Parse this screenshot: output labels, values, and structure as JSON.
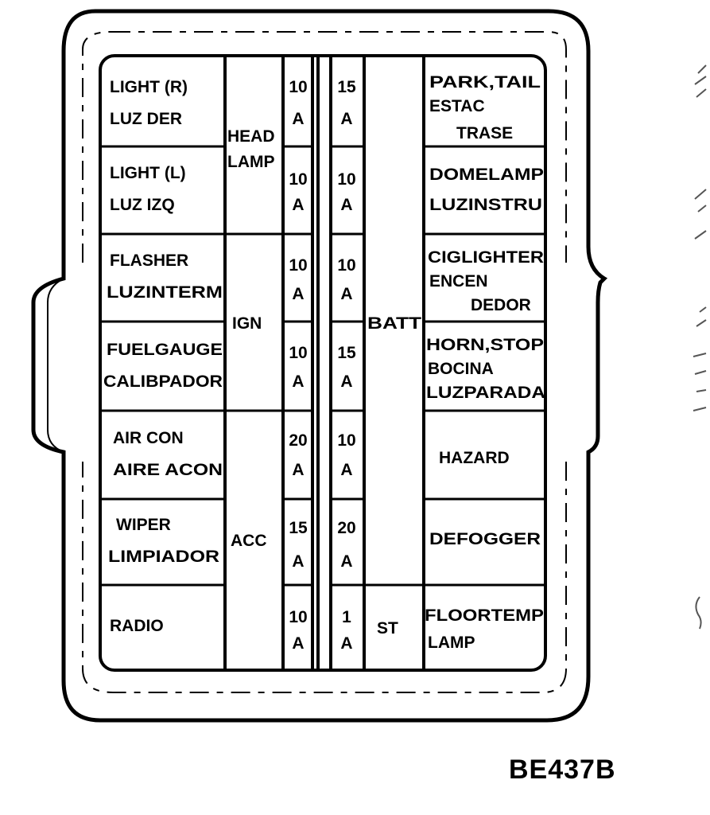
{
  "figure_id": "BE437B",
  "left_column": [
    {
      "line1": "LIGHT  (R)",
      "line2": "LUZ  DER"
    },
    {
      "line1": "LIGHT  (L)",
      "line2": "LUZ   IZQ"
    },
    {
      "line1": "FLASHER",
      "line2": "LUZINTERM"
    },
    {
      "line1": "FUELGAUGE",
      "line2": "CALIBPADOR"
    },
    {
      "line1": "AIR  CON",
      "line2": "AIRE  ACON"
    },
    {
      "line1": "WIPER",
      "line2": "LIMPIADOR"
    },
    {
      "line1": "RADIO",
      "line2": ""
    }
  ],
  "left_groups": [
    {
      "line1": "HEAD",
      "line2": "LAMP"
    },
    {
      "line1": "IGN",
      "line2": ""
    },
    {
      "line1": "ACC",
      "line2": ""
    }
  ],
  "fuses_left": [
    {
      "rating": "10",
      "unit": "A"
    },
    {
      "rating": "10",
      "unit": "A"
    },
    {
      "rating": "10",
      "unit": "A"
    },
    {
      "rating": "10",
      "unit": "A"
    },
    {
      "rating": "20",
      "unit": "A"
    },
    {
      "rating": "15",
      "unit": "A"
    },
    {
      "rating": "10",
      "unit": "A"
    }
  ],
  "fuses_right": [
    {
      "rating": "15",
      "unit": "A"
    },
    {
      "rating": "10",
      "unit": "A"
    },
    {
      "rating": "10",
      "unit": "A"
    },
    {
      "rating": "15",
      "unit": "A"
    },
    {
      "rating": "10",
      "unit": "A"
    },
    {
      "rating": "20",
      "unit": "A"
    },
    {
      "rating": "1",
      "unit": "A"
    }
  ],
  "right_groups": [
    {
      "label": "BATT"
    },
    {
      "label": "ST"
    }
  ],
  "right_column": [
    {
      "line1": "PARK,TAIL",
      "line2": "ESTAC",
      "line3": "TRASE"
    },
    {
      "line1": "DOMELAMP",
      "line2": "LUZINSTRU",
      "line3": ""
    },
    {
      "line1": "CIGLIGHTER",
      "line2": "ENCEN",
      "line3": "DEDOR"
    },
    {
      "line1": "HORN,STOP",
      "line2": "BOCINA",
      "line3": "LUZPARADA"
    },
    {
      "line1": "HAZARD",
      "line2": "",
      "line3": ""
    },
    {
      "line1": "DEFOGGER",
      "line2": "",
      "line3": ""
    },
    {
      "line1": "FLOORTEMP",
      "line2": "LAMP",
      "line3": ""
    }
  ]
}
